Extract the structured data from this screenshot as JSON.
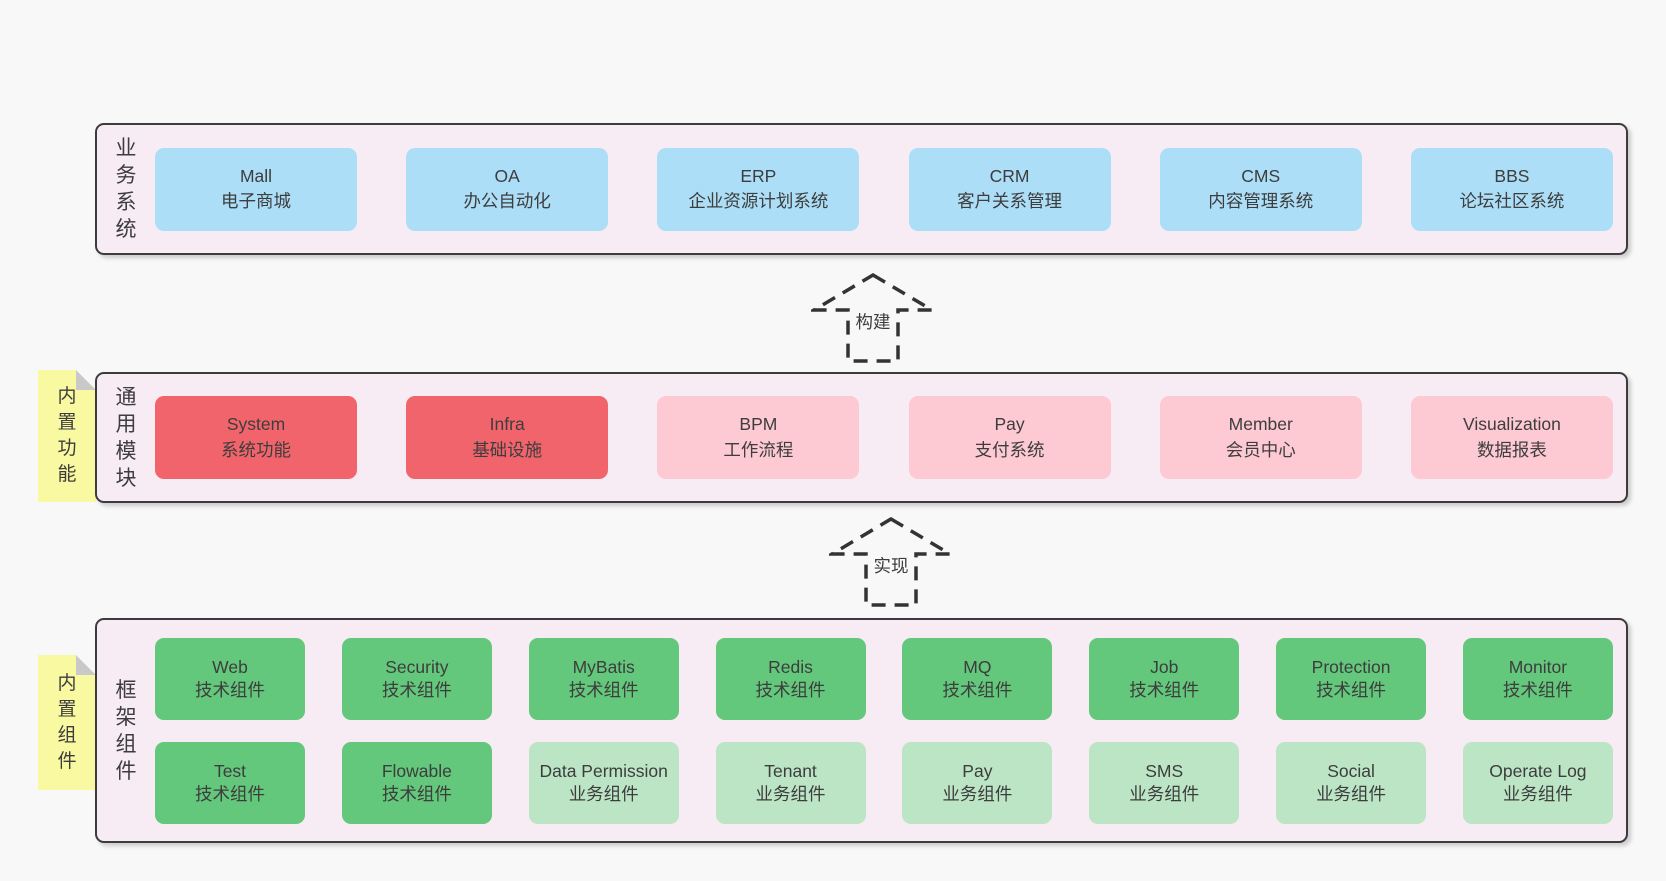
{
  "colors": {
    "page_bg": "#f8f8f8",
    "panel_bg": "#f8ecf4",
    "panel_border": "#3c3c3c",
    "box_blue": "#addef8",
    "box_red": "#f1646b",
    "box_pink": "#fdc9d3",
    "box_green": "#63c87b",
    "box_green_light": "#bbe5c5",
    "tab_yellow": "#f9f9a2",
    "tab_fold": "#c9c9c9",
    "text": "#3d3d3d",
    "arrow": "#333333"
  },
  "arrows": [
    {
      "label": "构建"
    },
    {
      "label": "实现"
    }
  ],
  "layers": [
    {
      "label": "业务系统",
      "tab": "",
      "rows": [
        [
          {
            "title": "Mall",
            "subtitle": "电子商城",
            "variant": "blue"
          },
          {
            "title": "OA",
            "subtitle": "办公自动化",
            "variant": "blue"
          },
          {
            "title": "ERP",
            "subtitle": "企业资源计划系统",
            "variant": "blue"
          },
          {
            "title": "CRM",
            "subtitle": "客户关系管理",
            "variant": "blue"
          },
          {
            "title": "CMS",
            "subtitle": "内容管理系统",
            "variant": "blue"
          },
          {
            "title": "BBS",
            "subtitle": "论坛社区系统",
            "variant": "blue"
          }
        ]
      ]
    },
    {
      "label": "通用模块",
      "tab": "内置功能",
      "rows": [
        [
          {
            "title": "System",
            "subtitle": "系统功能",
            "variant": "red"
          },
          {
            "title": "Infra",
            "subtitle": "基础设施",
            "variant": "red"
          },
          {
            "title": "BPM",
            "subtitle": "工作流程",
            "variant": "pink"
          },
          {
            "title": "Pay",
            "subtitle": "支付系统",
            "variant": "pink"
          },
          {
            "title": "Member",
            "subtitle": "会员中心",
            "variant": "pink"
          },
          {
            "title": "Visualization",
            "subtitle": "数据报表",
            "variant": "pink"
          }
        ]
      ]
    },
    {
      "label": "框架组件",
      "tab": "内置组件",
      "rows": [
        [
          {
            "title": "Web",
            "subtitle": "技术组件",
            "variant": "green"
          },
          {
            "title": "Security",
            "subtitle": "技术组件",
            "variant": "green"
          },
          {
            "title": "MyBatis",
            "subtitle": "技术组件",
            "variant": "green"
          },
          {
            "title": "Redis",
            "subtitle": "技术组件",
            "variant": "green"
          },
          {
            "title": "MQ",
            "subtitle": "技术组件",
            "variant": "green"
          },
          {
            "title": "Job",
            "subtitle": "技术组件",
            "variant": "green"
          },
          {
            "title": "Protection",
            "subtitle": "技术组件",
            "variant": "green"
          },
          {
            "title": "Monitor",
            "subtitle": "技术组件",
            "variant": "green"
          }
        ],
        [
          {
            "title": "Test",
            "subtitle": "技术组件",
            "variant": "green"
          },
          {
            "title": "Flowable",
            "subtitle": "技术组件",
            "variant": "green"
          },
          {
            "title": "Data Permission",
            "subtitle": "业务组件",
            "variant": "green-light"
          },
          {
            "title": "Tenant",
            "subtitle": "业务组件",
            "variant": "green-light"
          },
          {
            "title": "Pay",
            "subtitle": "业务组件",
            "variant": "green-light"
          },
          {
            "title": "SMS",
            "subtitle": "业务组件",
            "variant": "green-light"
          },
          {
            "title": "Social",
            "subtitle": "业务组件",
            "variant": "green-light"
          },
          {
            "title": "Operate Log",
            "subtitle": "业务组件",
            "variant": "green-light"
          }
        ]
      ]
    }
  ]
}
